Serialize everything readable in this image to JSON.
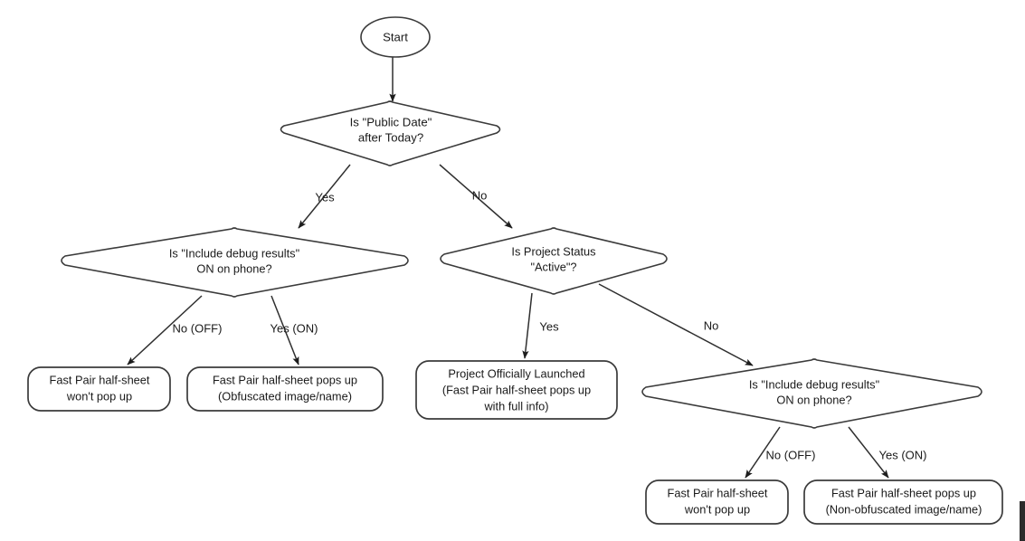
{
  "diagram": {
    "title": "Fast Pair half-sheet visibility decision flow",
    "colors": {
      "stroke": "#3b3b3b",
      "edge": "#2f2f2f",
      "text": "#1a1a1a",
      "background": "#ffffff"
    },
    "nodes": {
      "start": {
        "type": "terminator-ellipse",
        "label": "Start"
      },
      "decision_public_date": {
        "type": "decision-diamond",
        "line1": "Is \"Public Date\"",
        "line2": "after Today?"
      },
      "decision_debug_left": {
        "type": "decision-diamond",
        "line1": "Is \"Include debug results\"",
        "line2": "ON on phone?"
      },
      "decision_project_status": {
        "type": "decision-diamond",
        "line1": "Is Project Status",
        "line2": "\"Active\"?"
      },
      "decision_debug_right": {
        "type": "decision-diamond",
        "line1": "Is \"Include debug results\"",
        "line2": "ON on phone?"
      },
      "result_no_popup_left": {
        "type": "rounded-rect",
        "line1": "Fast Pair half-sheet",
        "line2": "won't pop up"
      },
      "result_obfuscated": {
        "type": "rounded-rect",
        "line1": "Fast Pair half-sheet pops up",
        "line2": "(Obfuscated image/name)"
      },
      "result_launched": {
        "type": "rounded-rect",
        "line1": "Project Officially Launched",
        "line2": "(Fast Pair half-sheet pops up",
        "line3": "with full info)"
      },
      "result_no_popup_right": {
        "type": "rounded-rect",
        "line1": "Fast Pair half-sheet",
        "line2": "won't pop up"
      },
      "result_non_obfuscated": {
        "type": "rounded-rect",
        "line1": "Fast Pair half-sheet pops up",
        "line2": "(Non-obfuscated image/name)"
      }
    },
    "edge_labels": {
      "public_date_yes": "Yes",
      "public_date_no": "No",
      "debug_left_no": "No (OFF)",
      "debug_left_yes": "Yes (ON)",
      "project_status_yes": "Yes",
      "project_status_no": "No",
      "debug_right_no": "No (OFF)",
      "debug_right_yes": "Yes (ON)"
    }
  }
}
